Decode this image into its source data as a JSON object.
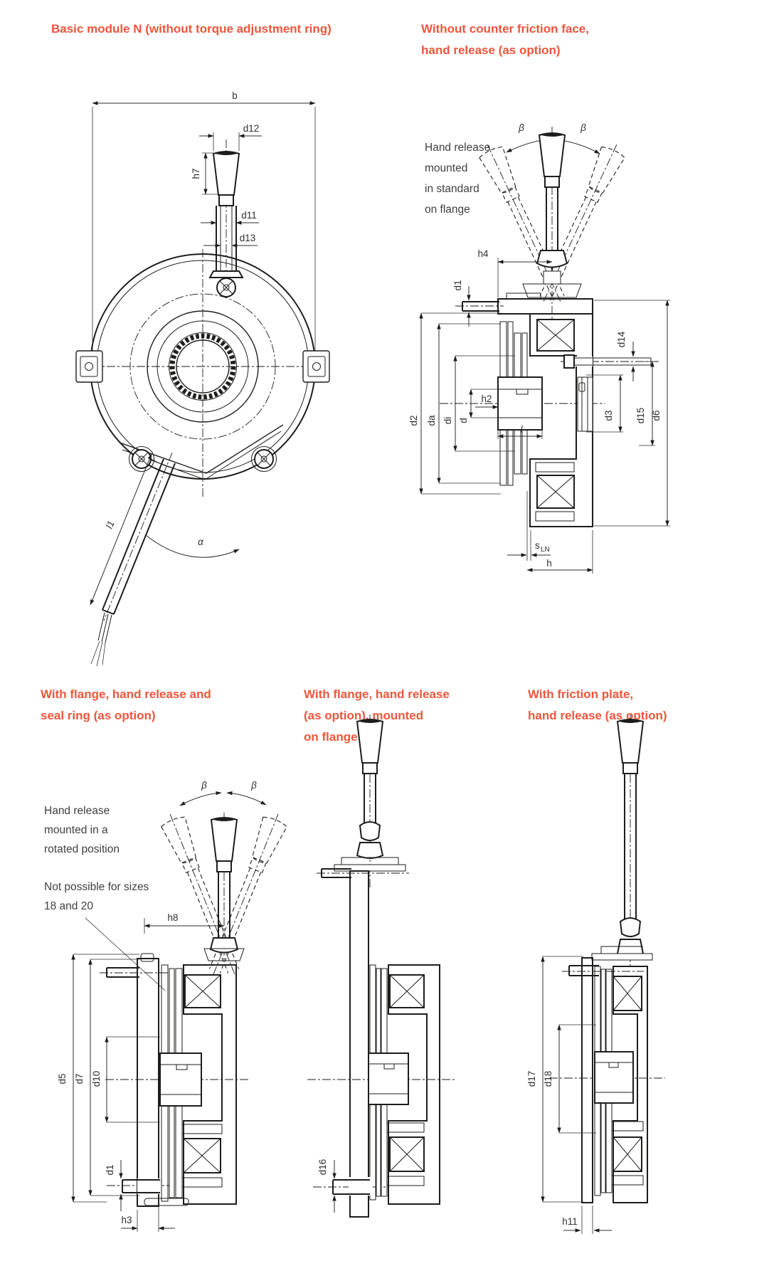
{
  "colors": {
    "accent": "#f0553c",
    "note_text": "#3f3f3e",
    "line": "#1d1d1b"
  },
  "sections": {
    "basic_module": {
      "title": "Basic module N (without torque adjustment ring)"
    },
    "without_counter_friction": {
      "title": [
        "Without counter friction face,",
        "hand release (as option)"
      ],
      "note": [
        "Hand release",
        "mounted",
        "in standard",
        "on flange"
      ]
    },
    "with_flange_seal": {
      "title": [
        "With flange, hand release and",
        "seal ring (as option)"
      ],
      "note_rotated": [
        "Hand release",
        "mounted in a",
        "rotated position"
      ],
      "note_sizes": [
        "Not possible for sizes",
        "18 and 20"
      ]
    },
    "with_flange_mounted": {
      "title": [
        "With flange, hand release",
        "(as option), mounted",
        "on flange"
      ]
    },
    "with_friction_plate": {
      "title": [
        "With friction plate,",
        "hand release (as option)"
      ]
    }
  },
  "dims": {
    "b": "b",
    "d12": "d12",
    "h7": "h7",
    "d11": "d11",
    "d13": "d13",
    "l1": "l1",
    "alpha": "α",
    "beta": "β",
    "h4": "h4",
    "d1": "d1",
    "d2": "d2",
    "da": "da",
    "di": "di",
    "d": "d",
    "h2": "h2",
    "l": "l",
    "d14": "d14",
    "d3": "d3",
    "d15": "d15",
    "d6": "d6",
    "s": "s",
    "s_sub": "LN",
    "h": "h",
    "h8": "h8",
    "d5": "d5",
    "d7": "d7",
    "d10": "d10",
    "h3": "h3",
    "d16": "d16",
    "d17": "d17",
    "d18": "d18",
    "h11": "h11"
  }
}
